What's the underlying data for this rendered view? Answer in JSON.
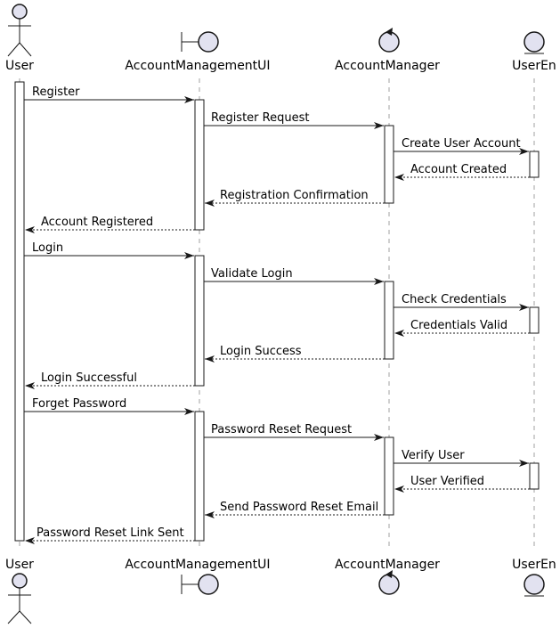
{
  "participants": [
    {
      "id": "user",
      "name": "User",
      "kind": "actor"
    },
    {
      "id": "ui",
      "name": "AccountManagementUI",
      "kind": "boundary"
    },
    {
      "id": "mgr",
      "name": "AccountManager",
      "kind": "control"
    },
    {
      "id": "ent",
      "name": "UserEn",
      "kind": "entity"
    }
  ],
  "messages": [
    {
      "from": "user",
      "to": "ui",
      "label": "Register",
      "style": "solid"
    },
    {
      "from": "ui",
      "to": "mgr",
      "label": "Register Request",
      "style": "solid"
    },
    {
      "from": "mgr",
      "to": "ent",
      "label": "Create User Account",
      "style": "solid"
    },
    {
      "from": "ent",
      "to": "mgr",
      "label": "Account Created",
      "style": "dashed"
    },
    {
      "from": "mgr",
      "to": "ui",
      "label": "Registration Confirmation",
      "style": "dashed"
    },
    {
      "from": "ui",
      "to": "user",
      "label": "Account Registered",
      "style": "dashed"
    },
    {
      "from": "user",
      "to": "ui",
      "label": "Login",
      "style": "solid"
    },
    {
      "from": "ui",
      "to": "mgr",
      "label": "Validate Login",
      "style": "solid"
    },
    {
      "from": "mgr",
      "to": "ent",
      "label": "Check Credentials",
      "style": "solid"
    },
    {
      "from": "ent",
      "to": "mgr",
      "label": "Credentials Valid",
      "style": "dashed"
    },
    {
      "from": "mgr",
      "to": "ui",
      "label": "Login Success",
      "style": "dashed"
    },
    {
      "from": "ui",
      "to": "user",
      "label": "Login Successful",
      "style": "dashed"
    },
    {
      "from": "user",
      "to": "ui",
      "label": "Forget Password",
      "style": "solid"
    },
    {
      "from": "ui",
      "to": "mgr",
      "label": "Password Reset Request",
      "style": "solid"
    },
    {
      "from": "mgr",
      "to": "ent",
      "label": "Verify User",
      "style": "solid"
    },
    {
      "from": "ent",
      "to": "mgr",
      "label": "User Verified",
      "style": "dashed"
    },
    {
      "from": "mgr",
      "to": "ui",
      "label": "Send Password Reset Email",
      "style": "dashed"
    },
    {
      "from": "ui",
      "to": "user",
      "label": "Password Reset Link Sent",
      "style": "dashed"
    }
  ]
}
